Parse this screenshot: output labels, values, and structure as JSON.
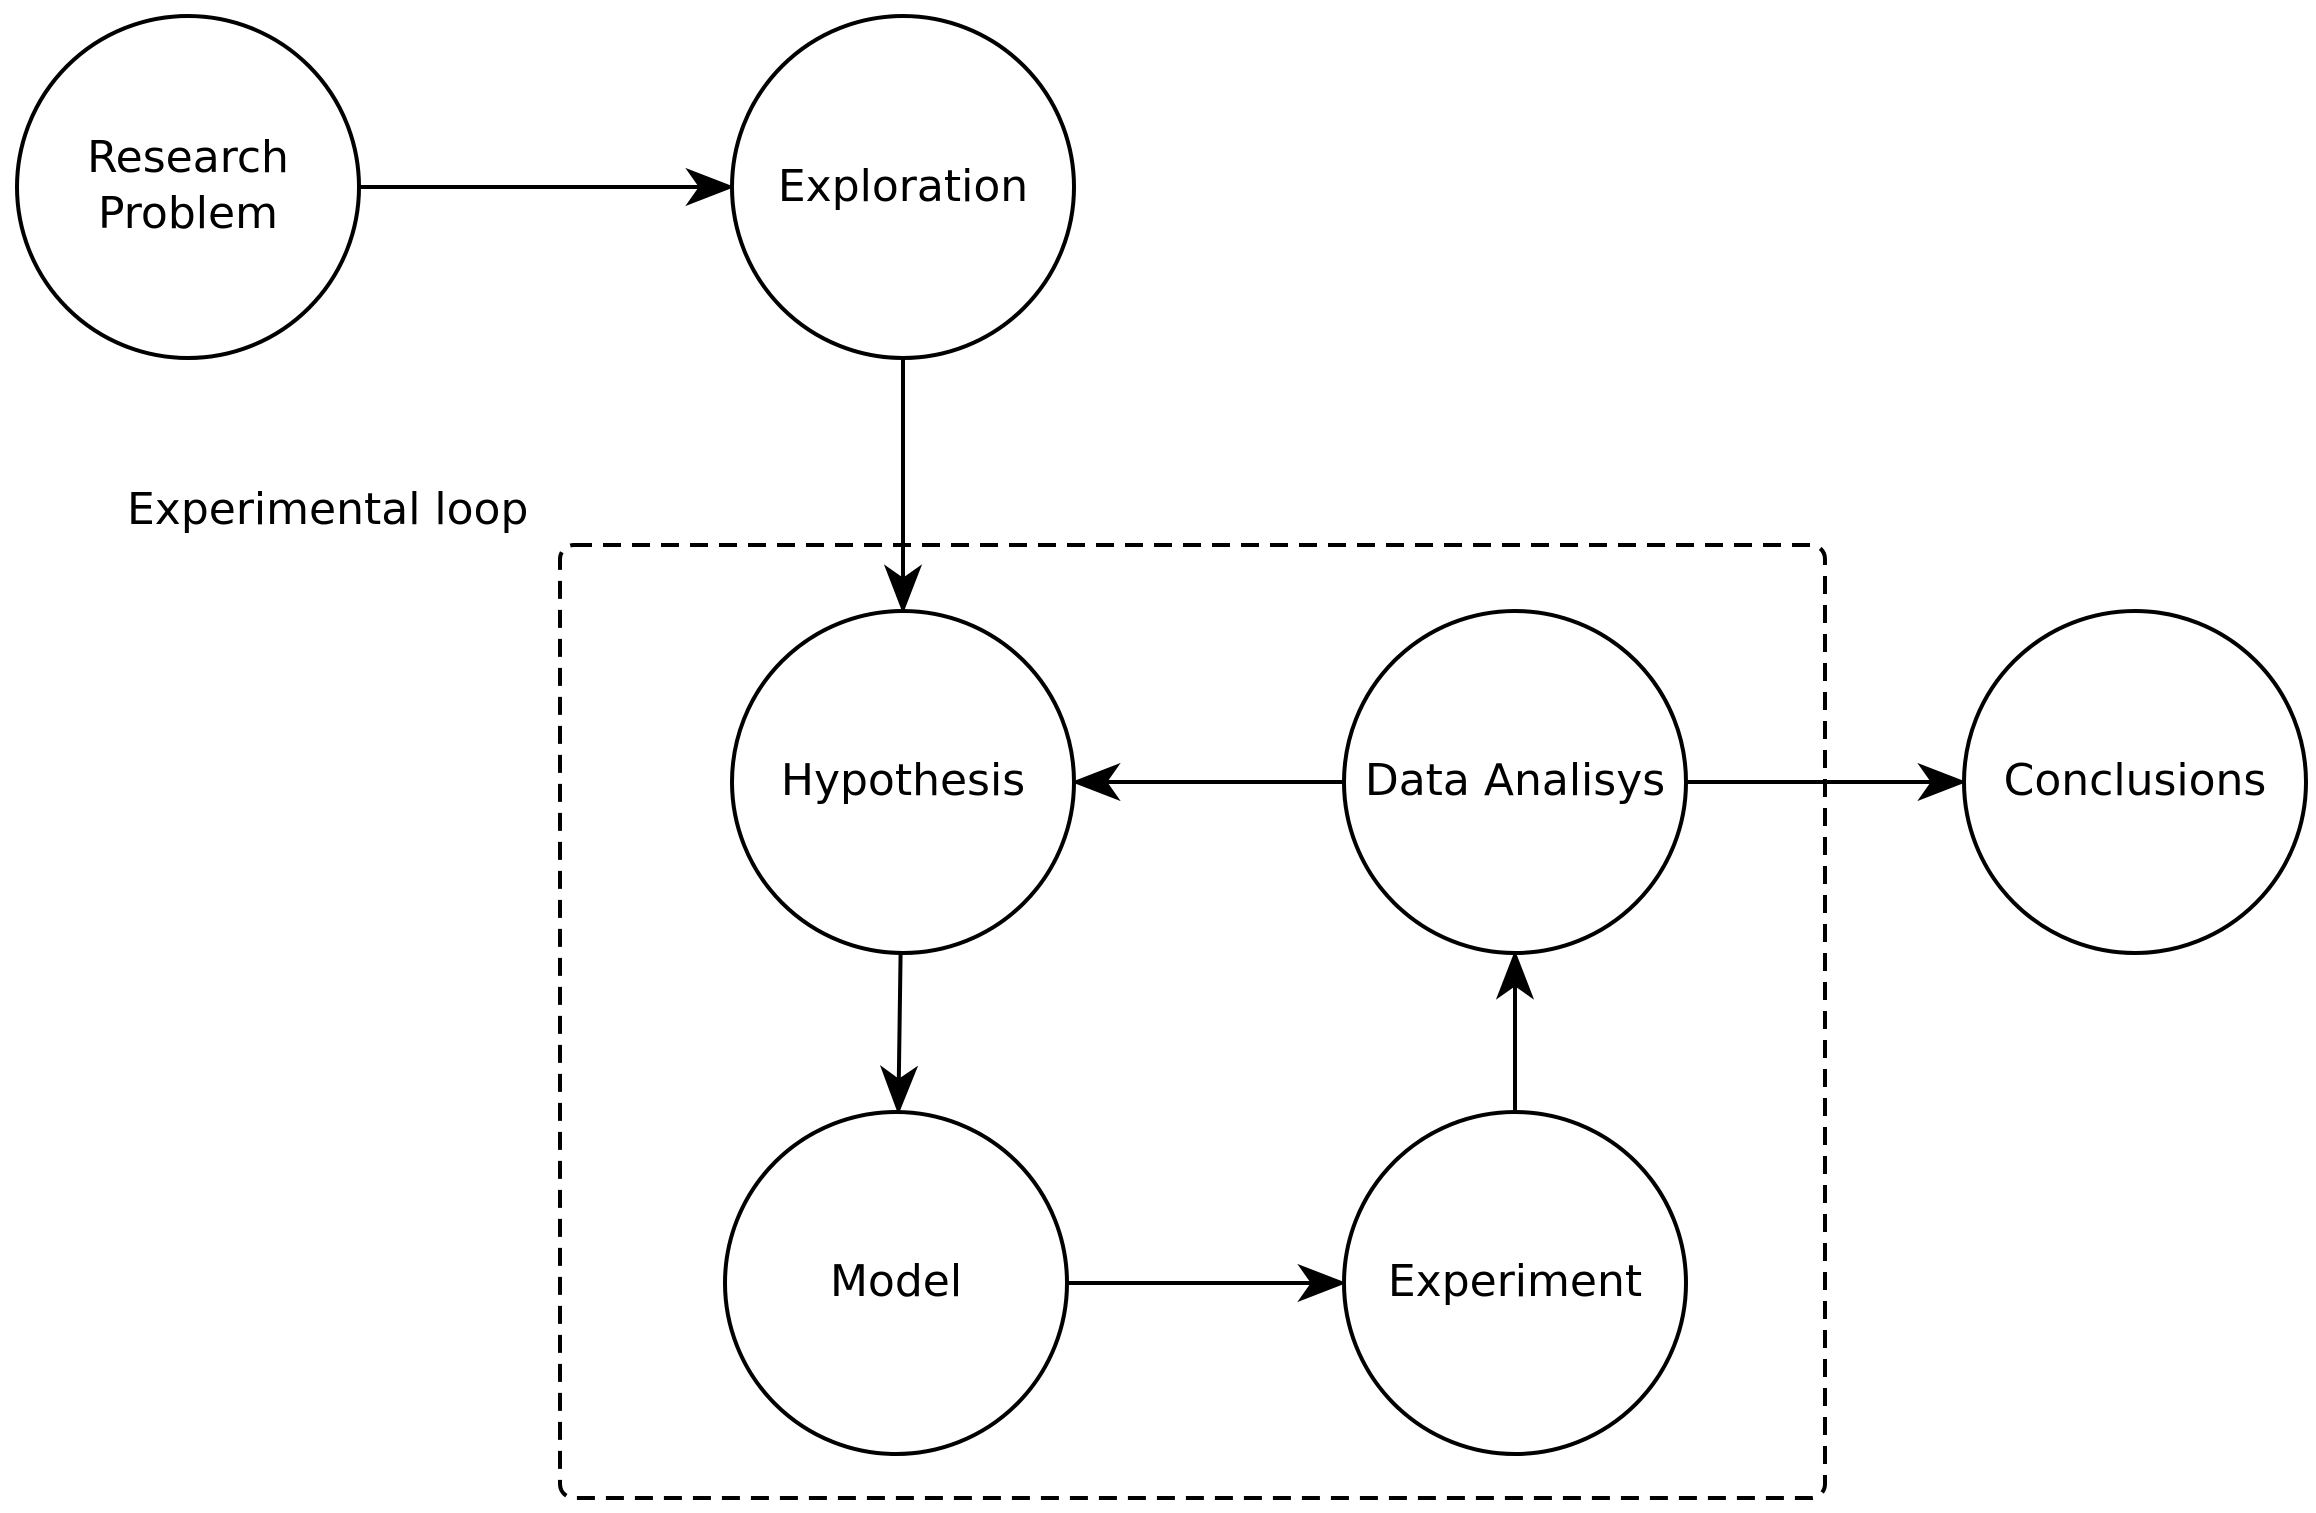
{
  "diagram": {
    "group": {
      "label": "Experimental loop"
    },
    "nodes": {
      "research_problem": {
        "lines": [
          "Research",
          "Problem"
        ]
      },
      "exploration": {
        "lines": [
          "Exploration"
        ]
      },
      "hypothesis": {
        "lines": [
          "Hypothesis"
        ]
      },
      "data_analysis": {
        "lines": [
          "Data Analisys"
        ]
      },
      "conclusions": {
        "lines": [
          "Conclusions"
        ]
      },
      "model": {
        "lines": [
          "Model"
        ]
      },
      "experiment": {
        "lines": [
          "Experiment"
        ]
      }
    },
    "edges": [
      {
        "from": "research_problem",
        "to": "exploration"
      },
      {
        "from": "exploration",
        "to": "hypothesis"
      },
      {
        "from": "data_analysis",
        "to": "hypothesis"
      },
      {
        "from": "data_analysis",
        "to": "conclusions"
      },
      {
        "from": "hypothesis",
        "to": "model"
      },
      {
        "from": "model",
        "to": "experiment"
      },
      {
        "from": "experiment",
        "to": "data_analysis"
      }
    ],
    "colors": {
      "stroke": "#000000",
      "fill": "#ffffff"
    }
  }
}
